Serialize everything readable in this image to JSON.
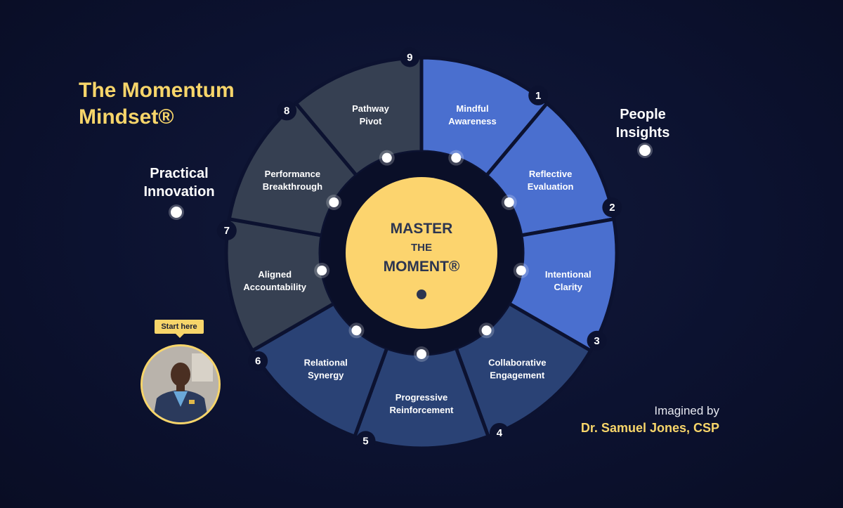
{
  "title": "The Momentum Mindset®",
  "labels": {
    "people_insights": "People Insights",
    "practical_innovation": "Practical Innovation"
  },
  "center": {
    "line1": "MASTER",
    "line2": "THE",
    "line3": "MOMENT®"
  },
  "segments": [
    {
      "num": "1",
      "line1": "Mindful",
      "line2": "Awareness",
      "color": "#4a6fcf"
    },
    {
      "num": "2",
      "line1": "Reflective",
      "line2": "Evaluation",
      "color": "#4a6fcf"
    },
    {
      "num": "3",
      "line1": "Intentional",
      "line2": "Clarity",
      "color": "#4a6fcf"
    },
    {
      "num": "4",
      "line1": "Collaborative",
      "line2": "Engagement",
      "color": "#2a4275"
    },
    {
      "num": "5",
      "line1": "Progressive",
      "line2": "Reinforcement",
      "color": "#2a4275"
    },
    {
      "num": "6",
      "line1": "Relational",
      "line2": "Synergy",
      "color": "#2a4275"
    },
    {
      "num": "7",
      "line1": "Aligned",
      "line2": "Accountability",
      "color": "#364052"
    },
    {
      "num": "8",
      "line1": "Performance",
      "line2": "Breakthrough",
      "color": "#364052"
    },
    {
      "num": "9",
      "line1": "Pathway",
      "line2": "Pivot",
      "color": "#364052"
    }
  ],
  "start_here": "Start here",
  "credit": {
    "prefix": "Imagined by",
    "name": "Dr. Samuel Jones, CSP"
  },
  "colors": {
    "accent": "#f7d56a",
    "background": "#0c1230",
    "ring": "#0a0f28"
  }
}
